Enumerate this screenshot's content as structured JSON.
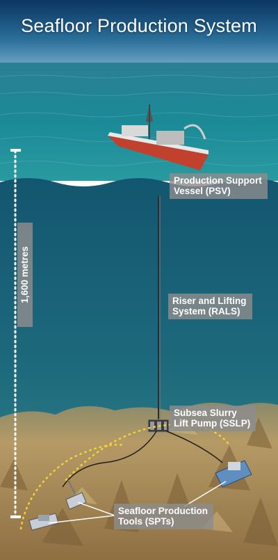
{
  "title": "Seafloor Production System",
  "depth_scale": {
    "label": "1,600 metres"
  },
  "labels": {
    "psv": {
      "line1": "Production Support",
      "line2": "Vessel (PSV)"
    },
    "rals": {
      "line1": "Riser and Lifting",
      "line2": "System (RALS)"
    },
    "sslp": {
      "line1": "Subsea Slurry",
      "line2": "Lift Pump (SSLP)"
    },
    "spt": {
      "line1": "Seafloor Production",
      "line2": "Tools (SPTs)"
    }
  },
  "colors": {
    "sky_top": "#0d3f66",
    "sea_surface": "#1b7d8e",
    "water_deep": "#1e6578",
    "seabed": "#b59a66",
    "label_bg": "#8c8c8c",
    "vessel_hull": "#c2402e"
  }
}
